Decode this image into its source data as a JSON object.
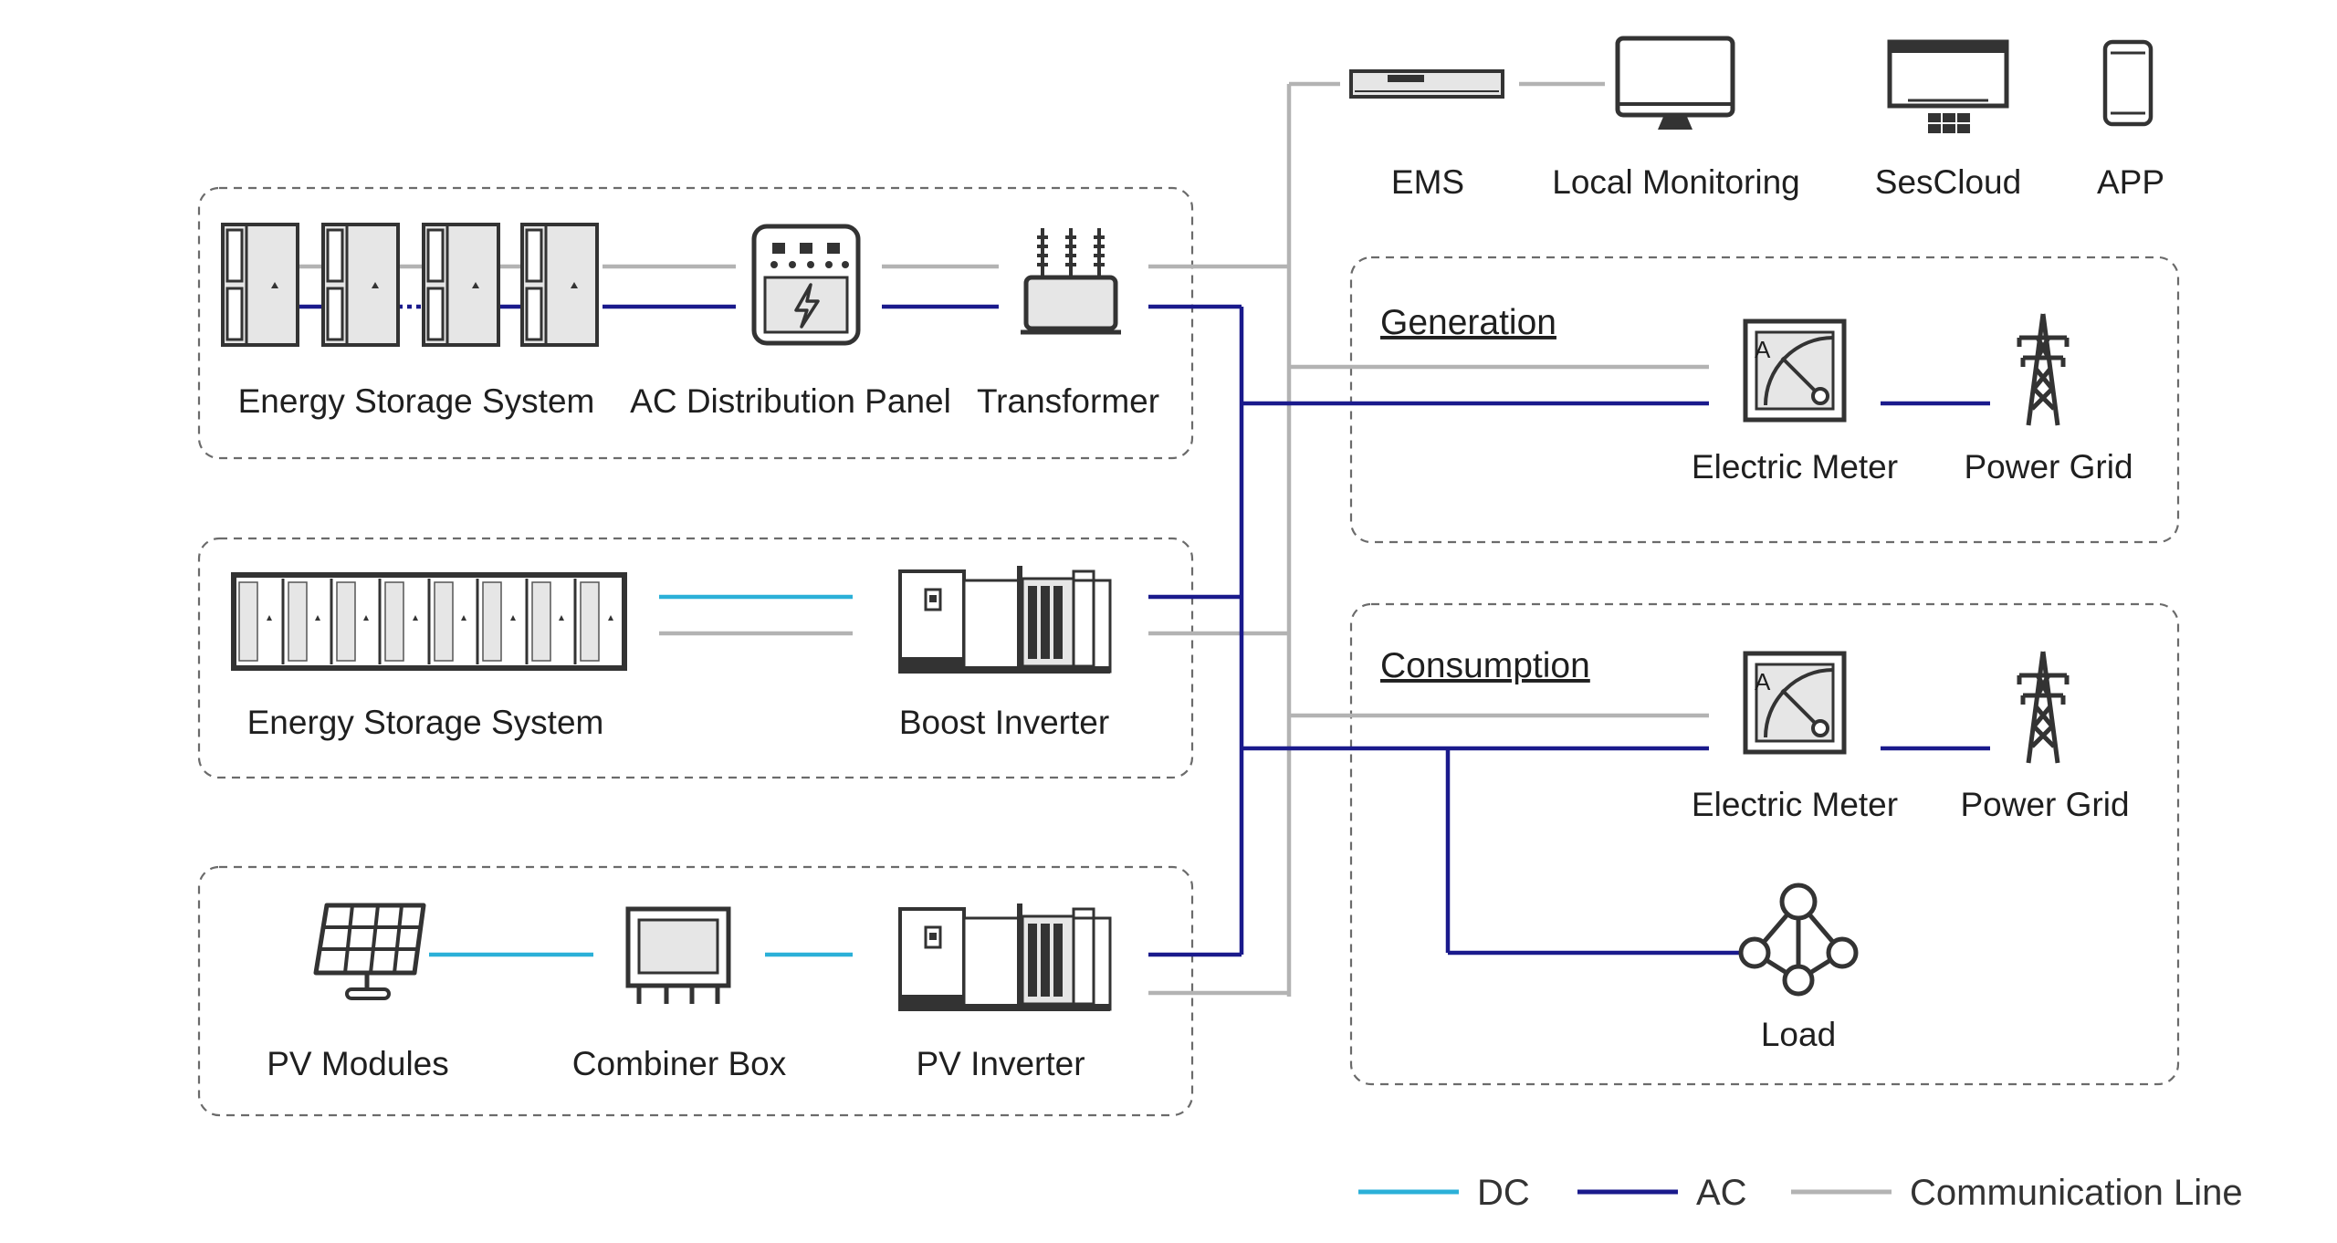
{
  "colors": {
    "dc": "#2bb0d8",
    "ac": "#1a1a8c",
    "comm": "#b3b3b3"
  },
  "monitoring": {
    "ems": "EMS",
    "local_monitoring": "Local Monitoring",
    "sescloud": "SesCloud",
    "app": "APP"
  },
  "group1": {
    "energy_storage": "Energy Storage System",
    "ac_panel": "AC Distribution Panel",
    "transformer": "Transformer"
  },
  "group2": {
    "energy_storage": "Energy Storage System",
    "boost_inverter": "Boost Inverter"
  },
  "group3": {
    "pv_modules": "PV Modules",
    "combiner_box": "Combiner Box",
    "pv_inverter": "PV Inverter"
  },
  "generation": {
    "title": "Generation",
    "meter": "Electric Meter",
    "grid": "Power Grid",
    "meter_letter": "A"
  },
  "consumption": {
    "title": "Consumption",
    "meter": "Electric Meter",
    "grid": "Power Grid",
    "load": "Load",
    "meter_letter": "A"
  },
  "legend": {
    "dc": "DC",
    "ac": "AC",
    "comm": "Communication Line"
  }
}
